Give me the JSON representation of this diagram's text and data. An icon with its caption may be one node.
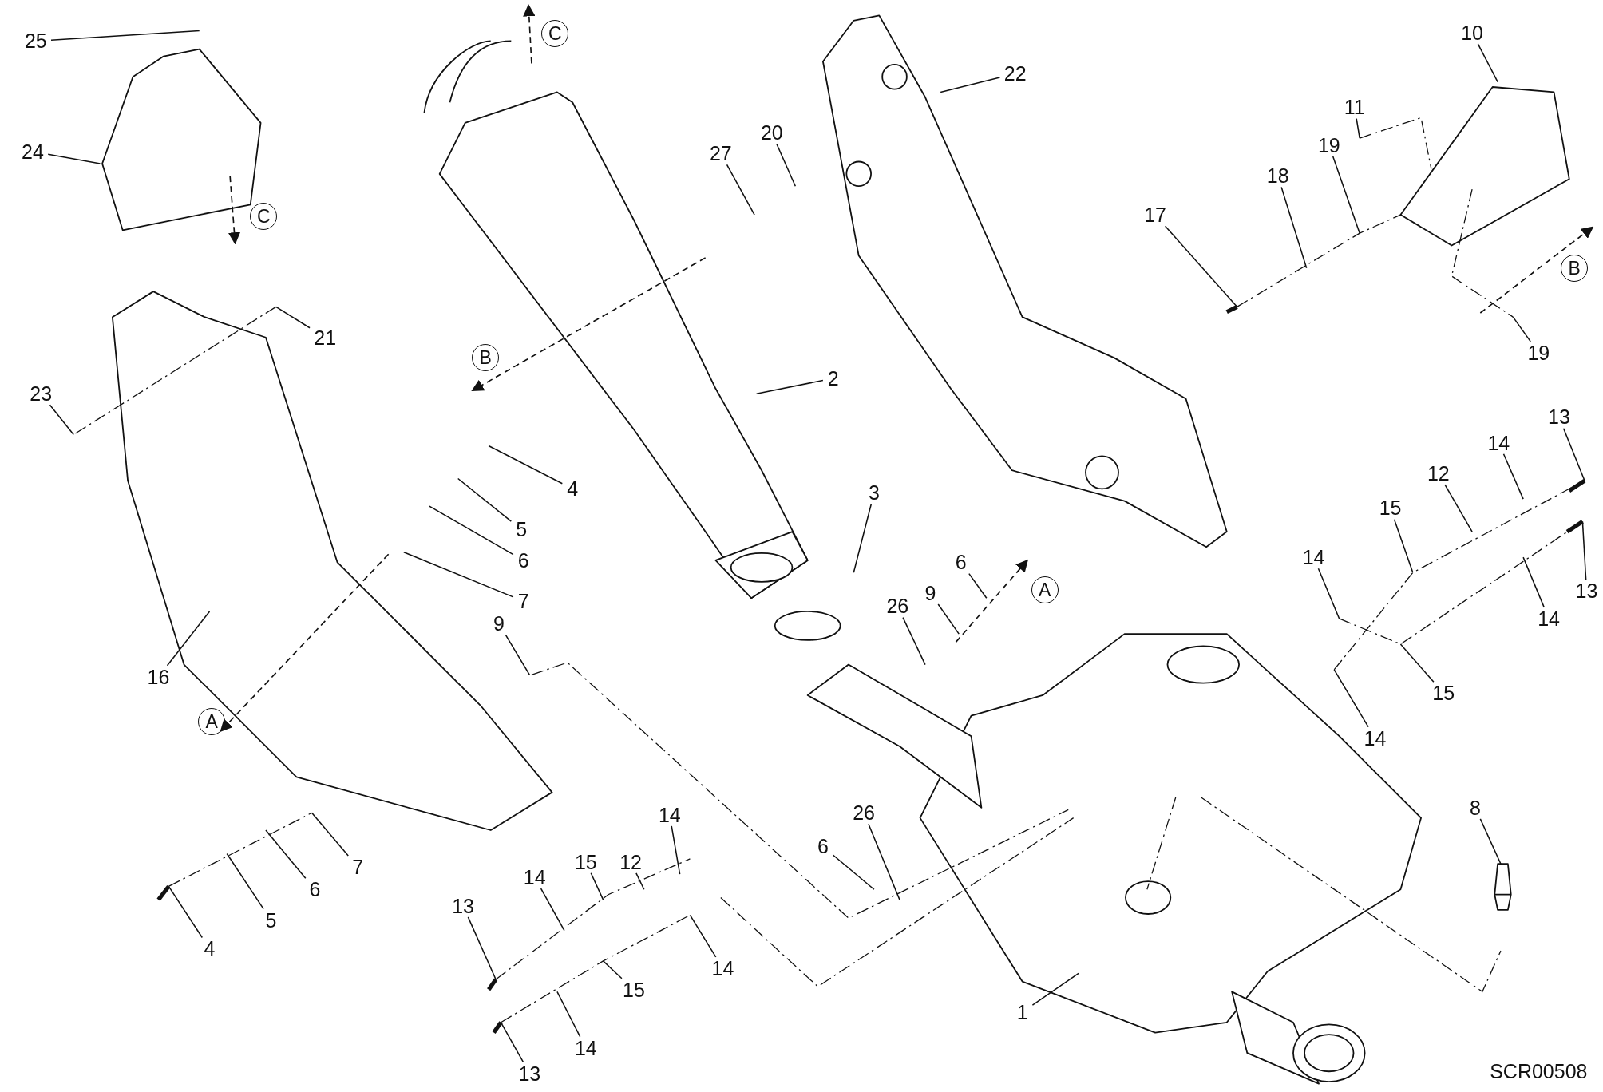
{
  "diagram": {
    "nodes": [
      {
        "text": [
          "25"
        ]
      },
      {
        "text": [
          "24"
        ]
      },
      {
        "text": [
          "22"
        ]
      },
      {
        "text": [
          "10"
        ]
      },
      {
        "text": [
          "11"
        ]
      },
      {
        "text": [
          "19"
        ]
      },
      {
        "text": [
          "27"
        ]
      },
      {
        "text": [
          "20"
        ]
      },
      {
        "text": [
          "18"
        ]
      },
      {
        "text": [
          "17"
        ]
      },
      {
        "text": [
          "19"
        ]
      },
      {
        "text": [
          "21"
        ]
      },
      {
        "text": [
          "23"
        ]
      },
      {
        "text": [
          "2"
        ]
      },
      {
        "text": [
          "13"
        ]
      },
      {
        "text": [
          "14"
        ]
      },
      {
        "text": [
          "12"
        ]
      },
      {
        "text": [
          "4"
        ]
      },
      {
        "text": [
          "3"
        ]
      },
      {
        "text": [
          "15"
        ]
      },
      {
        "text": [
          "5"
        ]
      },
      {
        "text": [
          "6"
        ]
      },
      {
        "text": [
          "14"
        ]
      },
      {
        "text": [
          "6"
        ]
      },
      {
        "text": [
          "13"
        ]
      },
      {
        "text": [
          "9"
        ]
      },
      {
        "text": [
          "7"
        ]
      },
      {
        "text": [
          "26"
        ]
      },
      {
        "text": [
          "14"
        ]
      },
      {
        "text": [
          "9"
        ]
      },
      {
        "text": [
          "16"
        ]
      },
      {
        "text": [
          "15"
        ]
      },
      {
        "text": [
          "14"
        ]
      },
      {
        "text": [
          "8"
        ]
      },
      {
        "text": [
          "26"
        ]
      },
      {
        "text": [
          "14"
        ]
      },
      {
        "text": [
          "6"
        ]
      },
      {
        "text": [
          "12"
        ]
      },
      {
        "text": [
          "15"
        ]
      },
      {
        "text": [
          "7"
        ]
      },
      {
        "text": [
          "14"
        ]
      },
      {
        "text": [
          "6"
        ]
      },
      {
        "text": [
          "13"
        ]
      },
      {
        "text": [
          "5"
        ]
      },
      {
        "text": [
          "4"
        ]
      },
      {
        "text": [
          "14"
        ]
      },
      {
        "text": [
          "15"
        ]
      },
      {
        "text": [
          "1"
        ]
      },
      {
        "text": [
          "14"
        ]
      },
      {
        "text": [
          "13"
        ]
      }
    ],
    "edges": [
      {
        "from": 0,
        "to": null,
        "arrow": "none"
      },
      {
        "from": 1,
        "to": null,
        "arrow": "none"
      },
      {
        "from": 2,
        "to": null,
        "arrow": "none"
      },
      {
        "from": 3,
        "to": null,
        "arrow": "none"
      },
      {
        "from": 4,
        "to": null,
        "arrow": "none"
      },
      {
        "from": 5,
        "to": null,
        "arrow": "none"
      },
      {
        "from": 6,
        "to": null,
        "arrow": "none"
      },
      {
        "from": 7,
        "to": null,
        "arrow": "none"
      },
      {
        "from": 8,
        "to": null,
        "arrow": "none"
      },
      {
        "from": 9,
        "to": null,
        "arrow": "none"
      },
      {
        "from": 10,
        "to": null,
        "arrow": "none"
      },
      {
        "from": 11,
        "to": null,
        "arrow": "none"
      },
      {
        "from": 12,
        "to": null,
        "arrow": "none"
      },
      {
        "from": 13,
        "to": null,
        "arrow": "none"
      },
      {
        "from": 14,
        "to": null,
        "arrow": "none"
      },
      {
        "from": 15,
        "to": null,
        "arrow": "none"
      },
      {
        "from": 16,
        "to": null,
        "arrow": "none"
      },
      {
        "from": 17,
        "to": null,
        "arrow": "none"
      },
      {
        "from": 18,
        "to": null,
        "arrow": "none"
      },
      {
        "from": 19,
        "to": null,
        "arrow": "none"
      },
      {
        "from": 20,
        "to": null,
        "arrow": "none"
      },
      {
        "from": 21,
        "to": null,
        "arrow": "none"
      },
      {
        "from": 22,
        "to": null,
        "arrow": "none"
      },
      {
        "from": 23,
        "to": null,
        "arrow": "none"
      },
      {
        "from": 24,
        "to": null,
        "arrow": "none"
      },
      {
        "from": 25,
        "to": null,
        "arrow": "none"
      },
      {
        "from": 26,
        "to": null,
        "arrow": "none"
      },
      {
        "from": 27,
        "to": null,
        "arrow": "none"
      },
      {
        "from": 28,
        "to": null,
        "arrow": "none"
      },
      {
        "from": 29,
        "to": null,
        "arrow": "none"
      },
      {
        "from": 30,
        "to": null,
        "arrow": "none"
      },
      {
        "from": 31,
        "to": null,
        "arrow": "none"
      },
      {
        "from": 32,
        "to": null,
        "arrow": "none"
      },
      {
        "from": 33,
        "to": null,
        "arrow": "none"
      },
      {
        "from": 34,
        "to": null,
        "arrow": "none"
      },
      {
        "from": 35,
        "to": null,
        "arrow": "none"
      },
      {
        "from": 36,
        "to": null,
        "arrow": "none"
      },
      {
        "from": 37,
        "to": null,
        "arrow": "none"
      },
      {
        "from": 38,
        "to": null,
        "arrow": "none"
      },
      {
        "from": 39,
        "to": null,
        "arrow": "none"
      },
      {
        "from": 40,
        "to": null,
        "arrow": "none"
      },
      {
        "from": 41,
        "to": null,
        "arrow": "none"
      },
      {
        "from": 42,
        "to": null,
        "arrow": "none"
      },
      {
        "from": 43,
        "to": null,
        "arrow": "none"
      },
      {
        "from": 44,
        "to": null,
        "arrow": "none"
      },
      {
        "from": 45,
        "to": null,
        "arrow": "none"
      },
      {
        "from": 46,
        "to": null,
        "arrow": "none"
      },
      {
        "from": 47,
        "to": null,
        "arrow": "none"
      },
      {
        "from": 48,
        "to": null,
        "arrow": "none"
      },
      {
        "from": 49,
        "to": null,
        "arrow": "none"
      }
    ],
    "labels": [
      "C",
      "C",
      "B",
      "B",
      "A",
      "A",
      "SCR00508"
    ]
  }
}
